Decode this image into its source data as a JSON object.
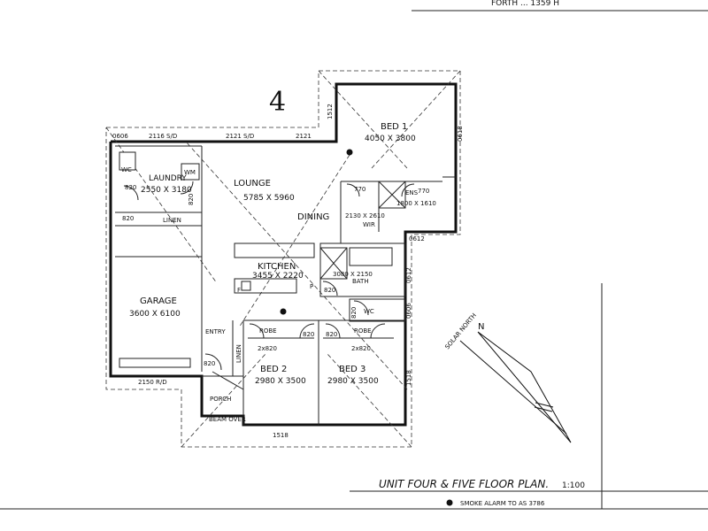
{
  "top_fragment": "FORTH ... 1359 H",
  "unit_number": "4",
  "rooms": {
    "bed1": {
      "name": "BED 1",
      "size": "4050 X 3800"
    },
    "laundry": {
      "name": "LAUNDRY",
      "size": "2550 X 3180"
    },
    "lounge": {
      "name": "LOUNGE",
      "size": "5785 X 5960"
    },
    "dining": {
      "name": "DINING"
    },
    "kitchen": {
      "name": "KITCHEN",
      "size": "3455 X 2220"
    },
    "wir": {
      "name": "WIR",
      "size": "2130 X 2610"
    },
    "ens": {
      "name": "ENS",
      "size": "1800 X 1610"
    },
    "bath": {
      "name": "BATH",
      "size": "3080 X 2150"
    },
    "garage": {
      "name": "GARAGE",
      "size": "3600 X 6100"
    },
    "bed2": {
      "name": "BED 2",
      "size": "2980 X 3500"
    },
    "bed3": {
      "name": "BED 3",
      "size": "2980 X 3500"
    },
    "entry": {
      "name": "ENTRY"
    },
    "porch": {
      "name": "PORCH"
    },
    "linen_a": {
      "name": "LINEN"
    },
    "linen_b": {
      "name": "LINEN"
    },
    "robe2": {
      "name": "ROBE",
      "size": "2x820"
    },
    "robe3": {
      "name": "ROBE",
      "size": "2x820"
    }
  },
  "labels": {
    "wc1": "WC",
    "wc2": "WC",
    "wm": "WM",
    "fridge": "F",
    "pantry": "P",
    "beamover": "BEAM OVER"
  },
  "dimensions": {
    "d0606a": "0606",
    "d2116": "2116 S/D",
    "d2121sd": "2121 S/D",
    "d2121": "2121",
    "d1512": "1512",
    "d0618": "0618",
    "d0612a": "0612",
    "d0612b": "0612",
    "d0606b": "0606",
    "d1518a": "1518",
    "d1518b": "1518",
    "d2150": "2150 R/D",
    "d820a": "820",
    "d820b": "820",
    "d820c": "820",
    "d820d": "820",
    "d820e": "820",
    "d820f": "820",
    "d820g": "820",
    "d820h": "820",
    "d770a": "770",
    "d770b": "770"
  },
  "solar_north": "SOLAR NORTH",
  "north_letter": "N",
  "plan_title": "UNIT FOUR & FIVE FLOOR PLAN.",
  "scale": "1:100",
  "legend": "SMOKE ALARM TO AS 3786"
}
